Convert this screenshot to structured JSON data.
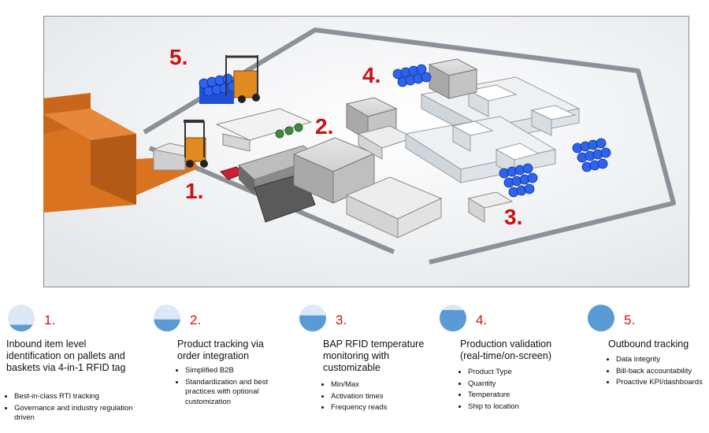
{
  "scene": {
    "markers": [
      "1.",
      "2.",
      "3.",
      "4.",
      "5."
    ]
  },
  "colors": {
    "accent_red": "#cc1111",
    "icon_blue": "#5b9bd5",
    "icon_light": "#dbe8f5",
    "pallet_orange": "#d9731f",
    "container_blue": "#1f4fd6",
    "rail_gray": "#8c9098"
  },
  "steps": [
    {
      "number": "1.",
      "fill": 0.25,
      "title": "Inbound item level identification on pallets and baskets via 4-in-1 RFID tag",
      "bullets": [
        "Best-in-class RTI tracking",
        "Governance and industry regulation driven"
      ]
    },
    {
      "number": "2.",
      "fill": 0.45,
      "title": "Product tracking via order integration",
      "bullets": [
        "Simplified B2B",
        "Standardization and best practices with optional customization"
      ]
    },
    {
      "number": "3.",
      "fill": 0.6,
      "title": "BAP RFID temperature monitoring with customizable",
      "bullets": [
        "Min/Max",
        "Activation times",
        "Frequency reads"
      ]
    },
    {
      "number": "4.",
      "fill": 0.8,
      "title": "Production validation (real-time/on-screen)",
      "bullets": [
        "Product Type",
        "Quantity",
        "Temperature",
        "Ship to location"
      ]
    },
    {
      "number": "5.",
      "fill": 1.0,
      "title": "Outbound tracking",
      "bullets": [
        "Data integrity",
        "Bill-back accountability",
        "Proactive KPI/dashboards"
      ]
    }
  ]
}
